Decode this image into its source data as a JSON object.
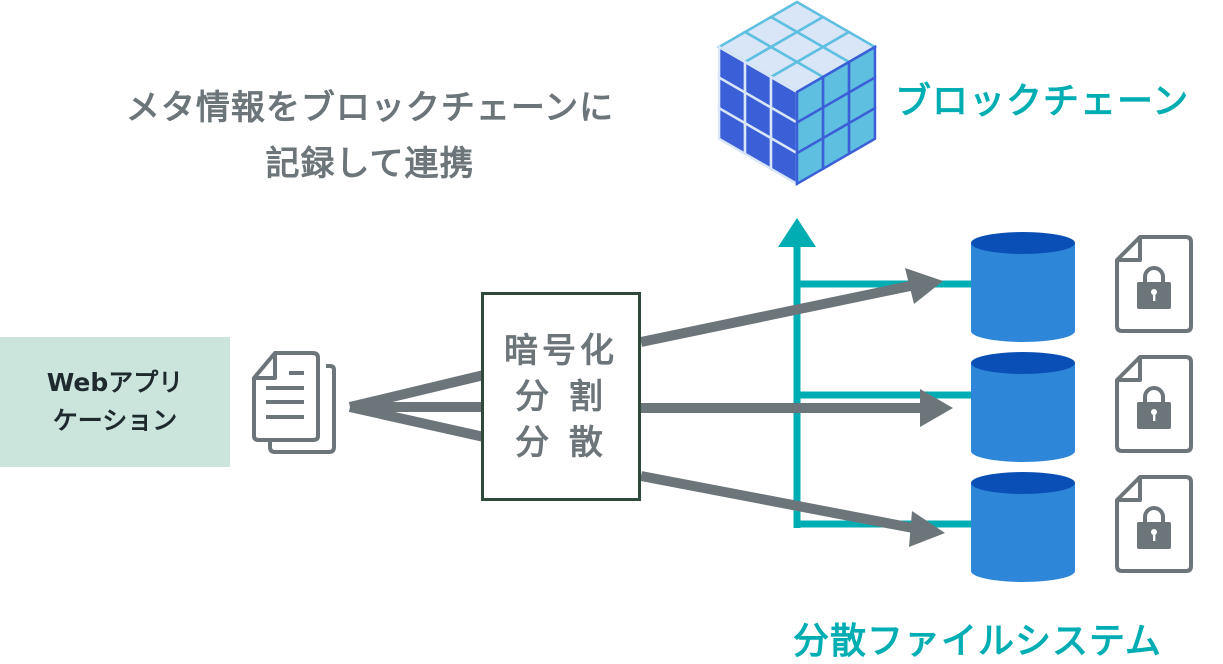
{
  "annotation": {
    "lines": [
      "メタ情報をブロックチェーンに",
      "記録して連携"
    ]
  },
  "blockchain": {
    "label": "ブロックチェーン",
    "icon": "blockchain-cube-icon"
  },
  "web_app": {
    "lines": [
      "Webアプリ",
      "ケーション"
    ]
  },
  "documents_icon": "documents-icon",
  "process_box": {
    "lines": [
      "暗号化",
      "分 割",
      "分 散"
    ]
  },
  "storage": {
    "label": "分散ファイルシステム",
    "nodes": [
      {
        "icon": "database-icon",
        "file_icon": "locked-file-icon"
      },
      {
        "icon": "database-icon",
        "file_icon": "locked-file-icon"
      },
      {
        "icon": "database-icon",
        "file_icon": "locked-file-icon"
      }
    ]
  },
  "colors": {
    "teal": "#00adb3",
    "gray": "#6c757a",
    "db_body": "#2e86d9",
    "db_top": "#0a4fb5",
    "webapp_bg": "#cbe4dc",
    "cube_dark": "#3b5fd6",
    "cube_light": "#5fbfe0",
    "cube_top": "#d9e6f7"
  }
}
